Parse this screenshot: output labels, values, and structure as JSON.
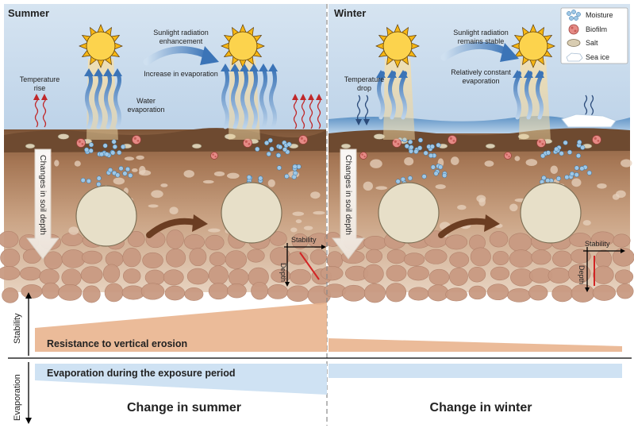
{
  "summer": {
    "title": "Summer",
    "temp_label": [
      "Temperature",
      "rise"
    ],
    "radiation_label": [
      "Sunlight radiation",
      "enhancement"
    ],
    "evap_change_label": "Increase in evaporation",
    "water_evap_label": [
      "Water",
      "evaporation"
    ],
    "depth_arrow_label": "Changes in soil depth"
  },
  "winter": {
    "title": "Winter",
    "temp_label": [
      "Temperature",
      "drop"
    ],
    "radiation_label": [
      "Sunlight radiation",
      "remains stable"
    ],
    "evap_change_label": [
      "Relatively constant",
      "evaporation"
    ],
    "depth_arrow_label": "Changes in soil depth"
  },
  "legend": {
    "items": [
      {
        "label": "Moisture",
        "icon": "moisture-icon"
      },
      {
        "label": "Biofilm",
        "icon": "biofilm-icon"
      },
      {
        "label": "Salt",
        "icon": "salt-icon"
      },
      {
        "label": "Sea ice",
        "icon": "sea-ice-icon"
      }
    ]
  },
  "inset": {
    "stability": "Stability",
    "depth": "Depth"
  },
  "bottom": {
    "stability_axis": "Stability",
    "evaporation_axis": "Evaporation",
    "resistance_label": "Resistance to vertical erosion",
    "evaporation_label": "Evaporation during the exposure period",
    "change_summer": "Change in summer",
    "change_winter": "Change in winter"
  },
  "colors": {
    "sky": "#cfe0ef",
    "soil_top": "#8a6040",
    "soil_mid": "#c9a382",
    "stone": "#c99a82",
    "resistance_fill": "#e9b48e",
    "resistance_text": "#c57a3a",
    "evaporation_fill": "#cfe2f3",
    "evaporation_text": "#4aa3cf",
    "sun": "#f6b613",
    "moisture": "#9ec7e6",
    "biofilm": "#e58b86",
    "salt": "#d9cdb2"
  }
}
